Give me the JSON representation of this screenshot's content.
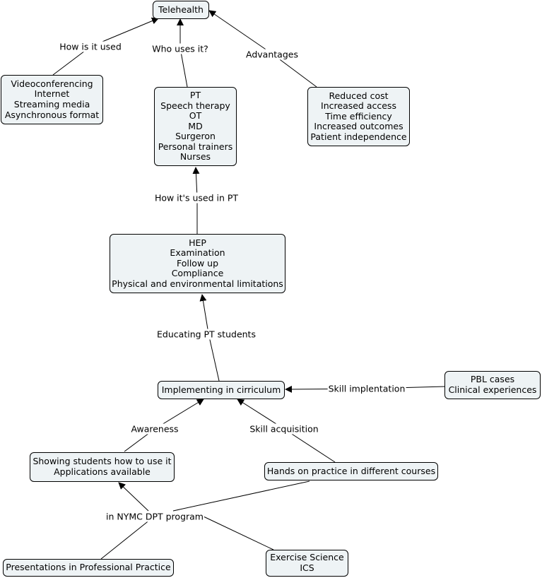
{
  "nodes": {
    "telehealth": {
      "lines": [
        "Telehealth"
      ]
    },
    "methods": {
      "lines": [
        "Videoconferencing",
        "Internet",
        "Streaming media",
        "Asynchronous format"
      ]
    },
    "users": {
      "lines": [
        "PT",
        "Speech therapy",
        "OT",
        "MD",
        "Surgeron",
        "Personal trainers",
        "Nurses"
      ]
    },
    "advantages": {
      "lines": [
        "Reduced cost",
        "Increased access",
        "Time efficiency",
        "Increased outcomes",
        "Patient independence"
      ]
    },
    "pt_uses": {
      "lines": [
        "HEP",
        "Examination",
        "Follow up",
        "Compliance",
        "Physical and environmental limitations"
      ]
    },
    "curriculum": {
      "lines": [
        "Implementing in cirriculum"
      ]
    },
    "pbl": {
      "lines": [
        "PBL cases",
        "Clinical experiences"
      ]
    },
    "showing": {
      "lines": [
        "Showing students how to use it",
        "Applications available"
      ]
    },
    "hands_on": {
      "lines": [
        "Hands on practice in different courses"
      ]
    },
    "presentations": {
      "lines": [
        "Presentations in Professional Practice"
      ]
    },
    "exercise": {
      "lines": [
        "Exercise Science",
        "ICS"
      ]
    }
  },
  "links": {
    "how_used": "How is it used",
    "who_uses": "Who uses it?",
    "advantages": "Advantages",
    "how_pt": "How it's used in PT",
    "educating": "Educating PT students",
    "skill_implementation": "Skill implentation",
    "awareness": "Awareness",
    "skill_acquisition": "Skill acquisition",
    "nymc": "in NYMC DPT program"
  }
}
